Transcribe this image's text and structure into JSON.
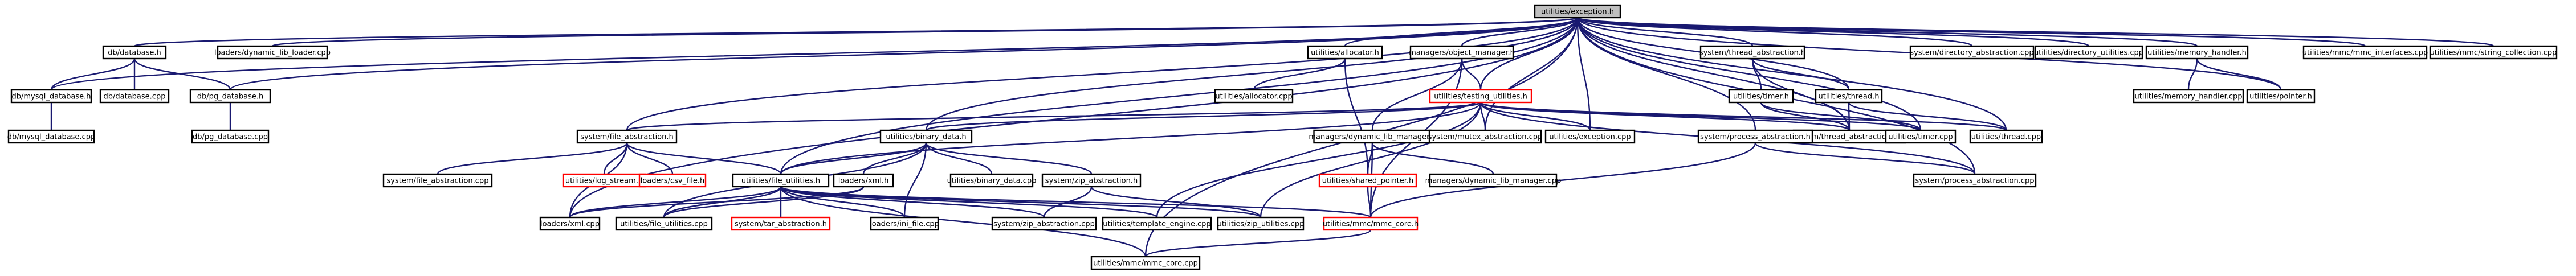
{
  "graph": {
    "colors": {
      "edge": "#191970",
      "node_border": "#000000",
      "node_border_missing": "#ff0000",
      "root_fill": "#bfbfbf"
    },
    "nodes": [
      {
        "id": "exception_h",
        "label": "utilities/exception.h",
        "root": true
      },
      {
        "id": "database_h",
        "label": "db/database.h"
      },
      {
        "id": "mysql_database_h",
        "label": "db/mysql_database.h"
      },
      {
        "id": "database_cpp",
        "label": "db/database.cpp"
      },
      {
        "id": "pg_database_h",
        "label": "db/pg_database.h"
      },
      {
        "id": "mysql_database_cpp",
        "label": "db/mysql_database.cpp"
      },
      {
        "id": "pg_database_cpp",
        "label": "db/pg_database.cpp"
      },
      {
        "id": "dynamic_lib_loader_cpp",
        "label": "loaders/dynamic_lib_loader.cpp"
      },
      {
        "id": "allocator_h",
        "label": "utilities/allocator.h"
      },
      {
        "id": "allocator_cpp",
        "label": "utilities/allocator.cpp"
      },
      {
        "id": "object_manager_h",
        "label": "managers/object_manager.h"
      },
      {
        "id": "dynamic_lib_manager_h",
        "label": "managers/dynamic_lib_manager.h"
      },
      {
        "id": "dynamic_lib_manager_cpp",
        "label": "managers/dynamic_lib_manager.cpp"
      },
      {
        "id": "testing_utilities_h",
        "label": "utilities/testing_utilities.h",
        "missing": true
      },
      {
        "id": "shared_pointer_h",
        "label": "utilities/shared_pointer.h",
        "missing": true
      },
      {
        "id": "mutex_abstraction_cpp",
        "label": "system/mutex_abstraction.cpp"
      },
      {
        "id": "exception_cpp",
        "label": "utilities/exception.cpp"
      },
      {
        "id": "thread_abstraction_h",
        "label": "system/thread_abstraction.h"
      },
      {
        "id": "timer_h",
        "label": "utilities/timer.h"
      },
      {
        "id": "thread_h",
        "label": "utilities/thread.h"
      },
      {
        "id": "thread_abstraction_cpp",
        "label": "system/thread_abstraction.cpp"
      },
      {
        "id": "timer_cpp",
        "label": "utilities/timer.cpp"
      },
      {
        "id": "thread_cpp",
        "label": "utilities/thread.cpp"
      },
      {
        "id": "directory_abstraction_cpp",
        "label": "system/directory_abstraction.cpp"
      },
      {
        "id": "directory_utilities_cpp",
        "label": "utilities/directory_utilities.cpp"
      },
      {
        "id": "memory_handler_h",
        "label": "utilities/memory_handler.h"
      },
      {
        "id": "memory_handler_cpp",
        "label": "utilities/memory_handler.cpp"
      },
      {
        "id": "pointer_h",
        "label": "utilities/pointer.h"
      },
      {
        "id": "mmc_interfaces_cpp",
        "label": "utilities/mmc/mmc_interfaces.cpp"
      },
      {
        "id": "string_collection_cpp",
        "label": "utilities/mmc/string_collection.cpp"
      },
      {
        "id": "file_abstraction_h",
        "label": "system/file_abstraction.h"
      },
      {
        "id": "file_abstraction_cpp",
        "label": "system/file_abstraction.cpp"
      },
      {
        "id": "log_stream_h",
        "label": "utilities/log_stream.h",
        "missing": true
      },
      {
        "id": "csv_file_h",
        "label": "loaders/csv_file.h",
        "missing": true
      },
      {
        "id": "binary_data_h",
        "label": "utilities/binary_data.h"
      },
      {
        "id": "file_utilities_h",
        "label": "utilities/file_utilities.h"
      },
      {
        "id": "xml_h",
        "label": "loaders/xml.h"
      },
      {
        "id": "binary_data_cpp",
        "label": "utilities/binary_data.cpp"
      },
      {
        "id": "zip_abstraction_h",
        "label": "system/zip_abstraction.h"
      },
      {
        "id": "process_abstraction_h",
        "label": "system/process_abstraction.h"
      },
      {
        "id": "process_abstraction_cpp",
        "label": "system/process_abstraction.cpp"
      },
      {
        "id": "xml_cpp",
        "label": "loaders/xml.cpp"
      },
      {
        "id": "file_utilities_cpp",
        "label": "utilities/file_utilities.cpp"
      },
      {
        "id": "tar_abstraction_h",
        "label": "system/tar_abstraction.h",
        "missing": true
      },
      {
        "id": "ini_file_cpp",
        "label": "loaders/ini_file.cpp"
      },
      {
        "id": "zip_abstraction_cpp",
        "label": "system/zip_abstraction.cpp"
      },
      {
        "id": "template_engine_cpp",
        "label": "utilities/template_engine.cpp"
      },
      {
        "id": "zip_utilities_cpp",
        "label": "utilities/zip_utilities.cpp"
      },
      {
        "id": "mmc_core_h",
        "label": "utilities/mmc/mmc_core.h",
        "missing": true
      },
      {
        "id": "mmc_core_cpp",
        "label": "utilities/mmc/mmc_core.cpp"
      }
    ],
    "edges": [
      [
        "exception_h",
        "mysql_database_h"
      ],
      [
        "exception_h",
        "database_h"
      ],
      [
        "exception_h",
        "pg_database_h"
      ],
      [
        "exception_h",
        "dynamic_lib_loader_cpp"
      ],
      [
        "exception_h",
        "allocator_h"
      ],
      [
        "exception_h",
        "object_manager_h"
      ],
      [
        "exception_h",
        "testing_utilities_h"
      ],
      [
        "exception_h",
        "mutex_abstraction_cpp"
      ],
      [
        "exception_h",
        "exception_cpp"
      ],
      [
        "exception_h",
        "thread_abstraction_h"
      ],
      [
        "exception_h",
        "directory_abstraction_cpp"
      ],
      [
        "exception_h",
        "directory_utilities_cpp"
      ],
      [
        "exception_h",
        "memory_handler_h"
      ],
      [
        "exception_h",
        "mmc_interfaces_cpp"
      ],
      [
        "exception_h",
        "string_collection_cpp"
      ],
      [
        "exception_h",
        "pointer_h"
      ],
      [
        "exception_h",
        "thread_h"
      ],
      [
        "exception_h",
        "thread_abstraction_cpp"
      ],
      [
        "exception_h",
        "timer_cpp"
      ],
      [
        "exception_h",
        "thread_cpp"
      ],
      [
        "exception_h",
        "process_abstraction_h"
      ],
      [
        "exception_h",
        "process_abstraction_cpp"
      ],
      [
        "exception_h",
        "file_abstraction_h"
      ],
      [
        "exception_h",
        "binary_data_h"
      ],
      [
        "exception_h",
        "file_utilities_h"
      ],
      [
        "exception_h",
        "xml_cpp"
      ],
      [
        "exception_h",
        "mmc_core_cpp"
      ],
      [
        "database_h",
        "mysql_database_h"
      ],
      [
        "database_h",
        "database_cpp"
      ],
      [
        "database_h",
        "pg_database_h"
      ],
      [
        "mysql_database_h",
        "mysql_database_cpp"
      ],
      [
        "pg_database_h",
        "pg_database_cpp"
      ],
      [
        "allocator_h",
        "allocator_cpp"
      ],
      [
        "allocator_h",
        "shared_pointer_h"
      ],
      [
        "object_manager_h",
        "dynamic_lib_manager_h"
      ],
      [
        "object_manager_h",
        "testing_utilities_h"
      ],
      [
        "object_manager_h",
        "mmc_core_h"
      ],
      [
        "dynamic_lib_manager_h",
        "dynamic_lib_manager_cpp"
      ],
      [
        "dynamic_lib_manager_h",
        "shared_pointer_h"
      ],
      [
        "dynamic_lib_manager_h",
        "mmc_core_h"
      ],
      [
        "testing_utilities_h",
        "mutex_abstraction_cpp"
      ],
      [
        "testing_utilities_h",
        "exception_cpp"
      ],
      [
        "testing_utilities_h",
        "thread_abstraction_cpp"
      ],
      [
        "testing_utilities_h",
        "timer_cpp"
      ],
      [
        "testing_utilities_h",
        "thread_cpp"
      ],
      [
        "testing_utilities_h",
        "process_abstraction_cpp"
      ],
      [
        "testing_utilities_h",
        "file_abstraction_h"
      ],
      [
        "testing_utilities_h",
        "binary_data_h"
      ],
      [
        "testing_utilities_h",
        "file_utilities_h"
      ],
      [
        "testing_utilities_h",
        "zip_utilities_cpp"
      ],
      [
        "testing_utilities_h",
        "template_engine_cpp"
      ],
      [
        "thread_abstraction_h",
        "timer_h"
      ],
      [
        "thread_abstraction_h",
        "thread_h"
      ],
      [
        "thread_abstraction_h",
        "thread_abstraction_cpp"
      ],
      [
        "timer_h",
        "timer_cpp"
      ],
      [
        "timer_h",
        "thread_abstraction_cpp"
      ],
      [
        "thread_h",
        "thread_cpp"
      ],
      [
        "thread_h",
        "thread_abstraction_cpp"
      ],
      [
        "memory_handler_h",
        "memory_handler_cpp"
      ],
      [
        "memory_handler_h",
        "pointer_h"
      ],
      [
        "file_abstraction_h",
        "file_abstraction_cpp"
      ],
      [
        "file_abstraction_h",
        "log_stream_h"
      ],
      [
        "file_abstraction_h",
        "csv_file_h"
      ],
      [
        "file_abstraction_h",
        "file_utilities_h"
      ],
      [
        "file_abstraction_h",
        "xml_cpp"
      ],
      [
        "binary_data_h",
        "binary_data_cpp"
      ],
      [
        "binary_data_h",
        "zip_abstraction_h"
      ],
      [
        "binary_data_h",
        "file_utilities_h"
      ],
      [
        "binary_data_h",
        "xml_h"
      ],
      [
        "binary_data_h",
        "ini_file_cpp"
      ],
      [
        "binary_data_h",
        "file_utilities_cpp"
      ],
      [
        "file_utilities_h",
        "file_utilities_cpp"
      ],
      [
        "file_utilities_h",
        "tar_abstraction_h"
      ],
      [
        "file_utilities_h",
        "ini_file_cpp"
      ],
      [
        "file_utilities_h",
        "zip_abstraction_cpp"
      ],
      [
        "file_utilities_h",
        "template_engine_cpp"
      ],
      [
        "file_utilities_h",
        "zip_utilities_cpp"
      ],
      [
        "file_utilities_h",
        "mmc_core_h"
      ],
      [
        "file_utilities_h",
        "mmc_core_cpp"
      ],
      [
        "file_utilities_h",
        "xml_cpp"
      ],
      [
        "xml_h",
        "xml_cpp"
      ],
      [
        "xml_h",
        "file_utilities_cpp"
      ],
      [
        "zip_abstraction_h",
        "zip_abstraction_cpp"
      ],
      [
        "zip_abstraction_h",
        "zip_utilities_cpp"
      ],
      [
        "process_abstraction_h",
        "process_abstraction_cpp"
      ],
      [
        "process_abstraction_h",
        "mmc_core_h"
      ],
      [
        "shared_pointer_h",
        "mmc_core_h"
      ],
      [
        "mmc_core_h",
        "mmc_core_cpp"
      ]
    ]
  }
}
